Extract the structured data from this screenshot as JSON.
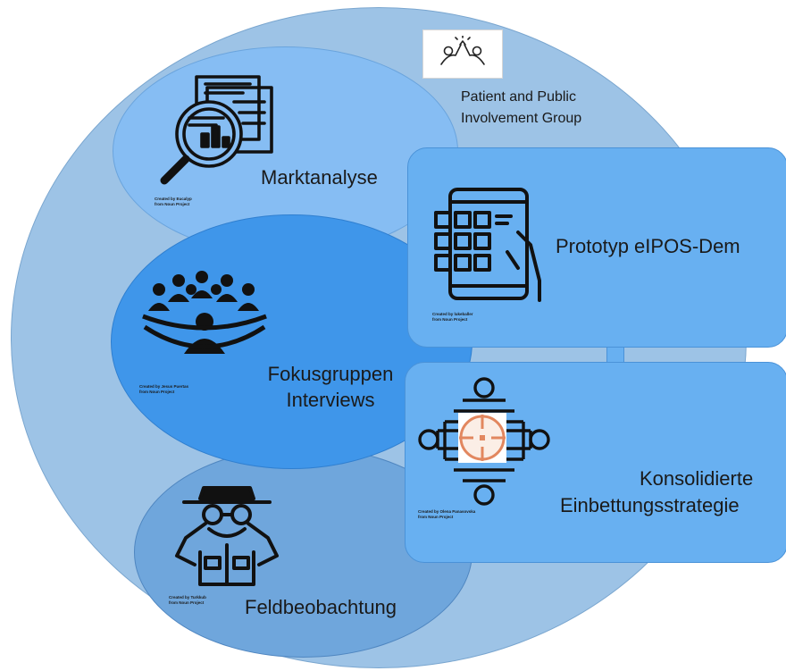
{
  "ppi": {
    "line1": "Patient and Public",
    "line2": "Involvement Group",
    "icon": "high-five-icon"
  },
  "marktanalyse": {
    "label": "Marktanalyse",
    "credit": "Created by Eucalyp\nfrom Noun Project",
    "icon": "magnifier-report-icon"
  },
  "fokus": {
    "line1": "Fokusgruppen",
    "line2": "Interviews",
    "credit": "Created by Jesus Puertas\nfrom Noun Project",
    "icon": "group-meeting-icon"
  },
  "feld": {
    "label": "Feldbeobachtung",
    "credit": "Created by Turkkub\nfrom Noun Project",
    "icon": "observer-binoculars-icon"
  },
  "prototyp": {
    "label": "Prototyp eIPOS-Dem",
    "credit": "Created by lukeballer\nfrom Noun Project",
    "icon": "tablet-app-icon"
  },
  "konsolidiert": {
    "line1": "Konsolidierte",
    "line2": "Einbettungsstrategie",
    "credit": "Created by Olena Panasovska\nfrom Noun Project",
    "icon": "strategy-target-icon"
  },
  "colors": {
    "outer_circle": "#9dc3e6",
    "marktanalyse": "#86bdf3",
    "fokus": "#3f96ea",
    "feld": "#6fa6dc",
    "boxes": "#68b0f1"
  }
}
